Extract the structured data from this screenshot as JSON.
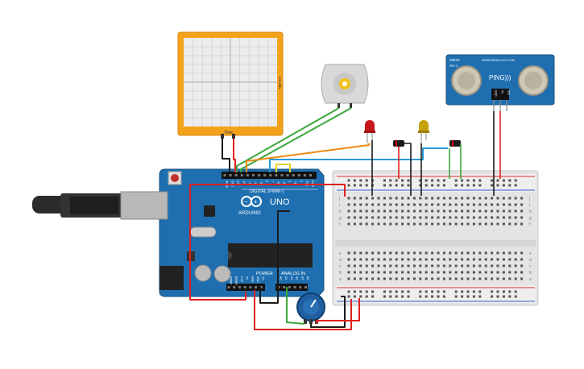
{
  "oscilloscope": {
    "time_label": "Time",
    "side_label": "4ms/div"
  },
  "arduino": {
    "digital_label": "DIGITAL (PWM~)",
    "brand": "ARDUINO",
    "model": "UNO",
    "power_label": "POWER",
    "analog_label": "ANALOG IN",
    "digital_pins": [
      "AREF",
      "GND",
      "13",
      "12",
      "~11",
      "~10",
      "~9",
      "8",
      "7",
      "~6",
      "~5",
      "4",
      "~3",
      "2",
      "TX 1",
      "RX 0"
    ],
    "power_pins": [
      "IOREF",
      "RESET",
      "3.3V",
      "5V",
      "GND",
      "GND",
      "Vin"
    ],
    "analog_pins": [
      "A0",
      "A1",
      "A2",
      "A3",
      "A4",
      "A5"
    ]
  },
  "ping": {
    "model_code": "28015",
    "rev": "REV C",
    "site": "WWW.PARALLAX.COM",
    "brand": "PING)))",
    "pins": [
      "GND",
      "5V",
      "SIG"
    ]
  },
  "breadboard": {
    "row_letters_top": [
      "j",
      "i",
      "h",
      "g",
      "f"
    ],
    "row_letters_bottom": [
      "e",
      "d",
      "c",
      "b",
      "a"
    ],
    "columns": 30
  },
  "colors": {
    "board": "#1f6fb0",
    "wire_red": "#e0201e",
    "wire_green": "#3aa83a",
    "wire_orange": "#ee8a10",
    "wire_blue": "#2a9ad6",
    "wire_black": "#1a1a1a",
    "scope_frame": "#f2a31b"
  }
}
